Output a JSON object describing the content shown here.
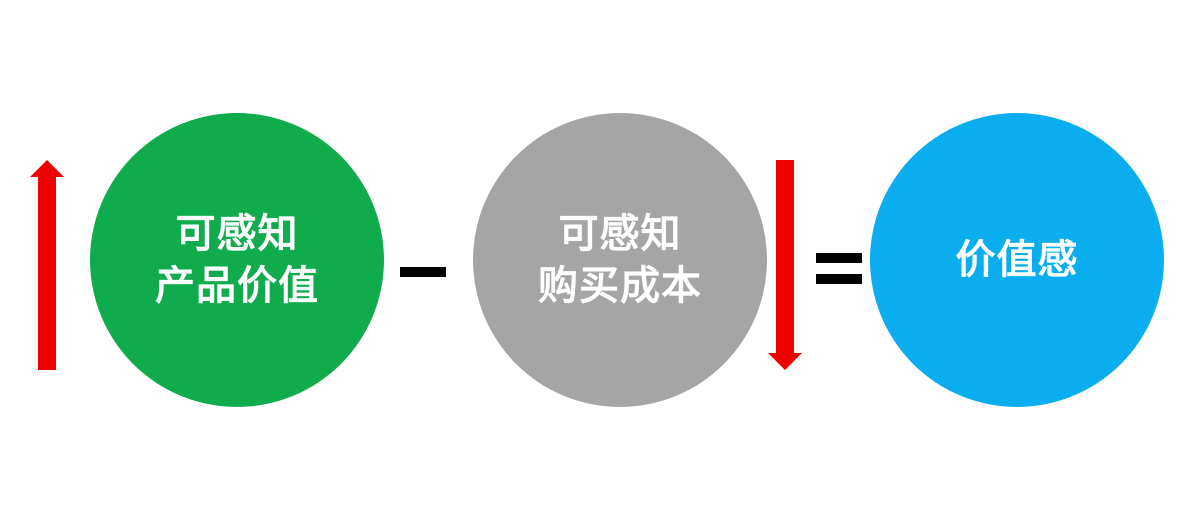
{
  "diagram": {
    "up_arrow": {
      "icon": "arrow-up-icon",
      "color": "#ee0000"
    },
    "down_arrow": {
      "icon": "arrow-down-icon",
      "color": "#ee0000"
    },
    "circles": [
      {
        "lines": [
          "可感知",
          "产品价值"
        ],
        "color": "#10ab4c"
      },
      {
        "lines": [
          "可感知",
          "购买成本"
        ],
        "color": "#a5a5a5"
      },
      {
        "lines": [
          "价值感"
        ],
        "color": "#0aaeee"
      }
    ],
    "operators": {
      "minus": "−",
      "equals": "="
    }
  }
}
